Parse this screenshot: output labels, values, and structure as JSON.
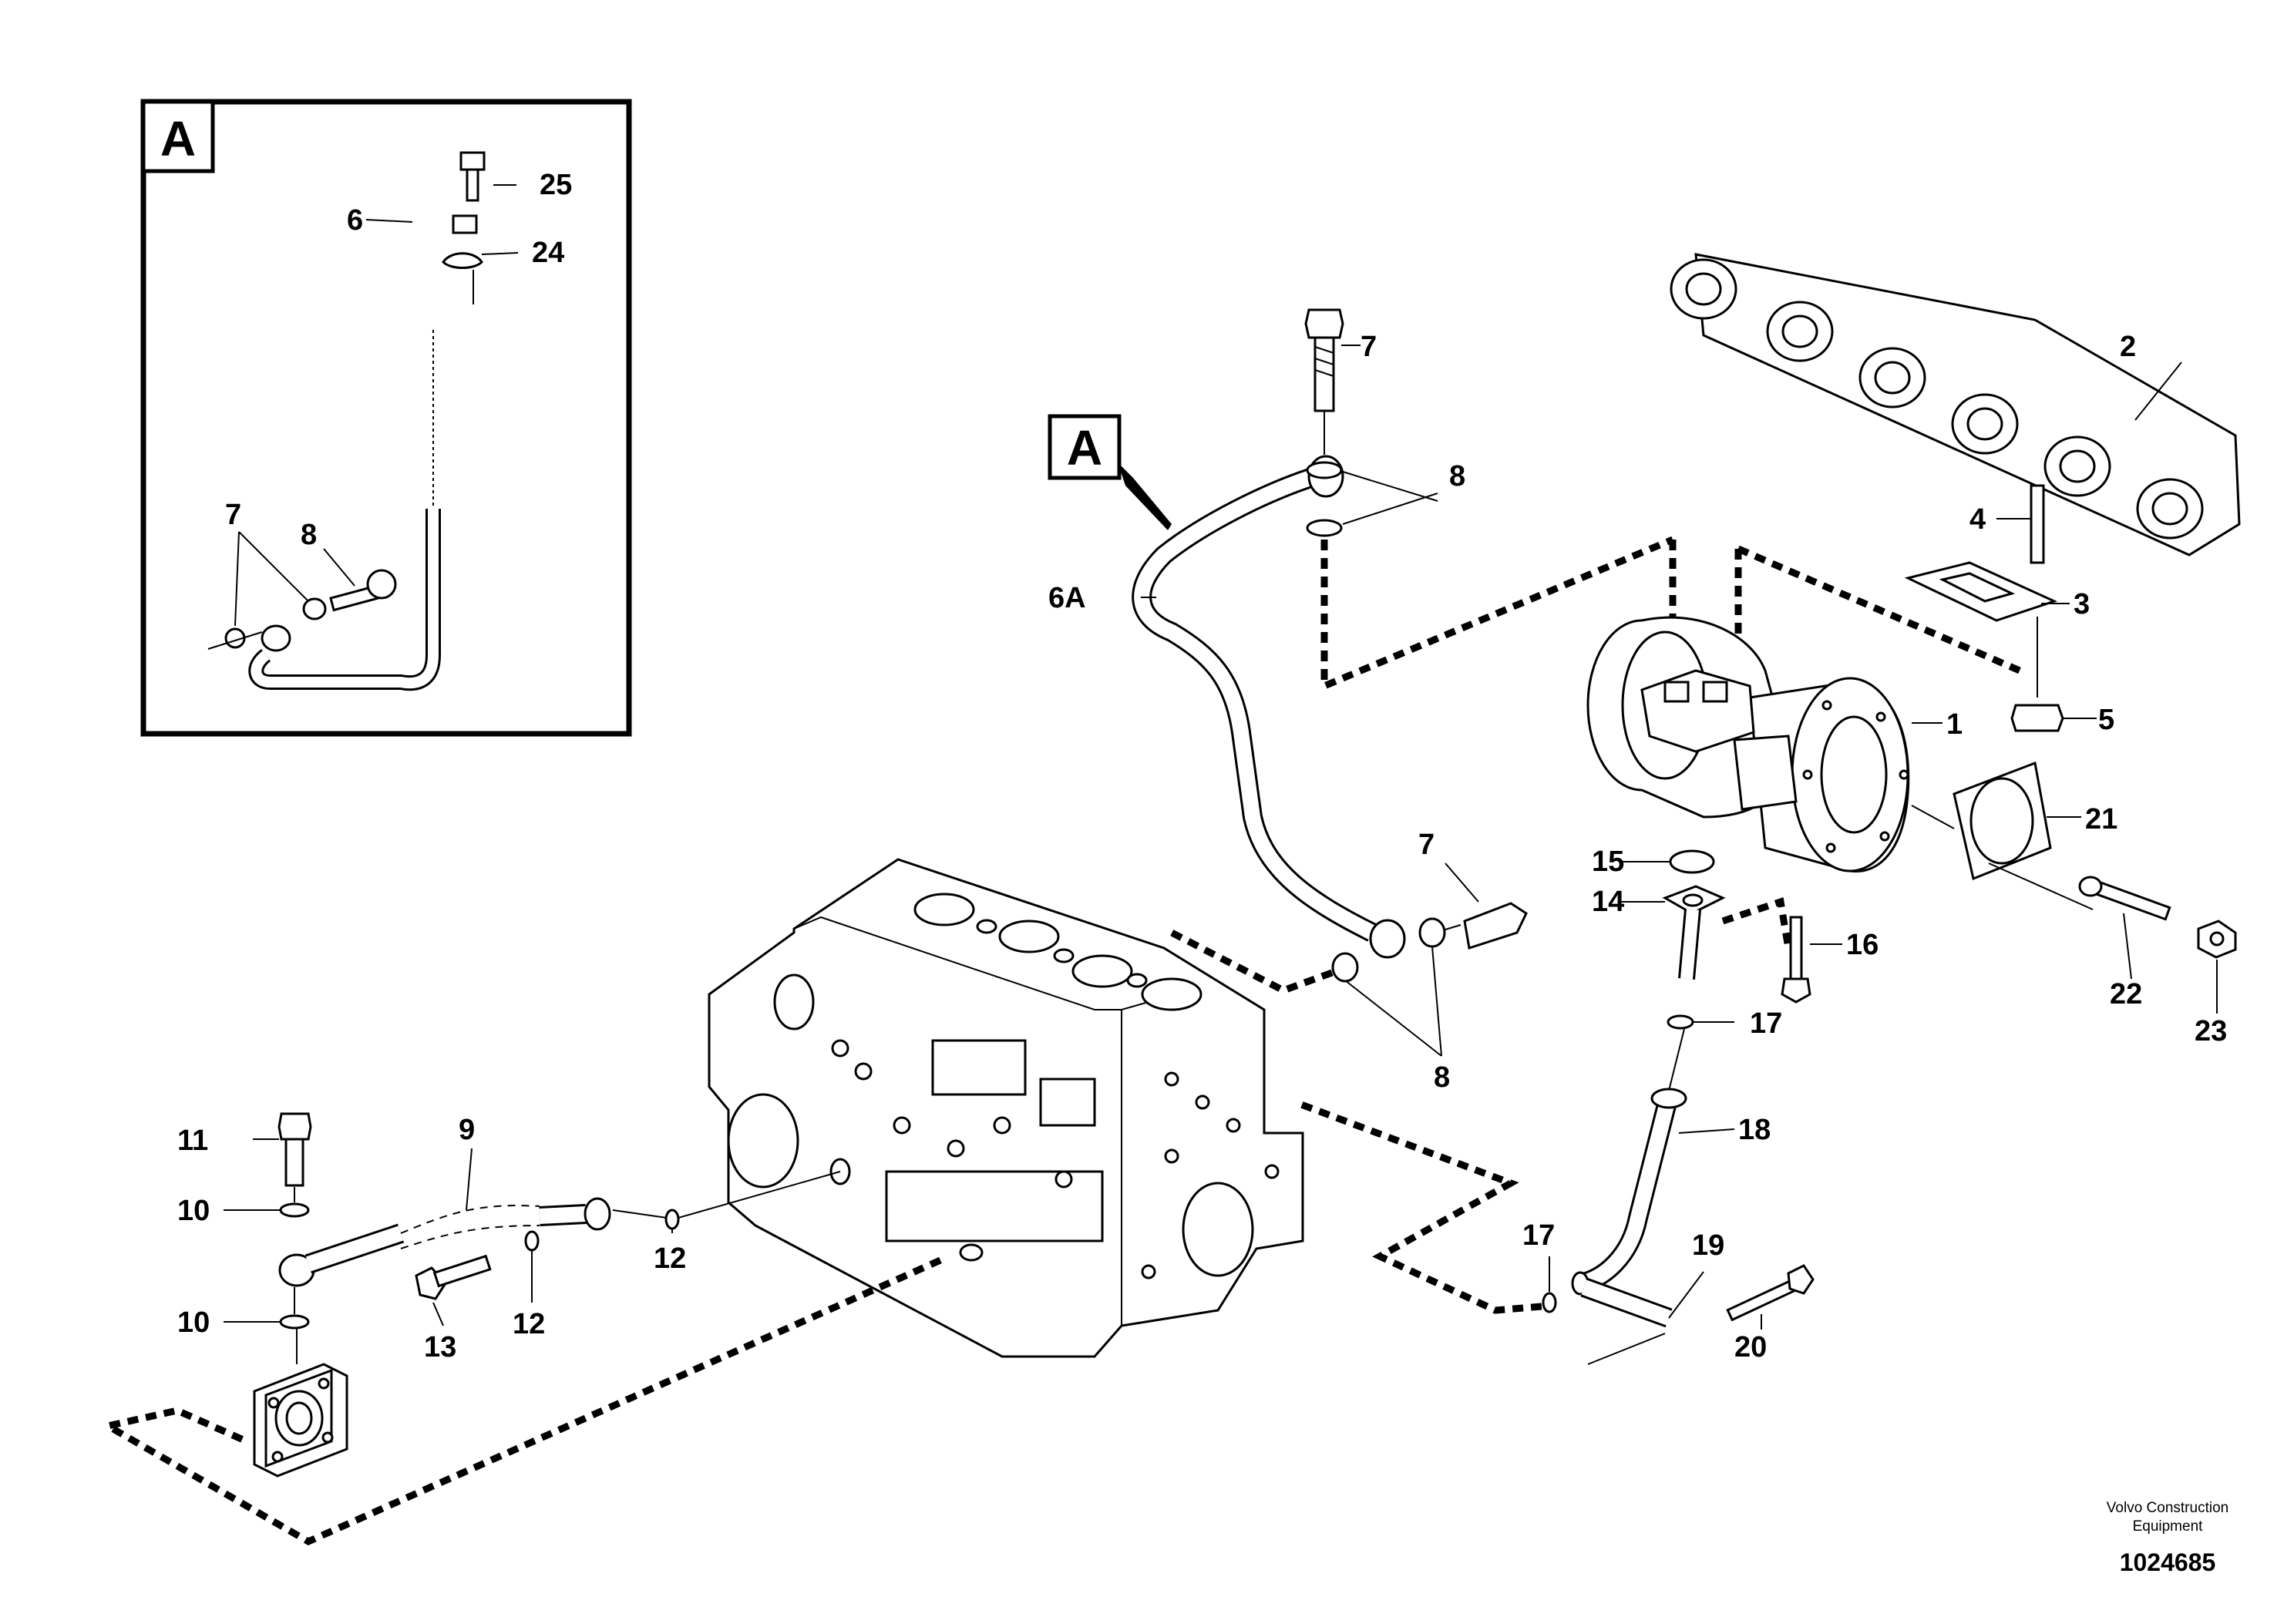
{
  "diagram": {
    "inset_letter": "A",
    "callout_letter": "A",
    "labels": {
      "l1": "1",
      "l2": "2",
      "l3": "3",
      "l4": "4",
      "l5": "5",
      "l6": "6",
      "l6a": "6A",
      "l7_inset": "7",
      "l8_inset": "8",
      "l7_top": "7",
      "l8_top": "8",
      "l7_mid": "7",
      "l8_mid": "8",
      "l9": "9",
      "l10_top": "10",
      "l10_bot": "10",
      "l11": "11",
      "l12_a": "12",
      "l12_b": "12",
      "l13": "13",
      "l14": "14",
      "l15": "15",
      "l16": "16",
      "l17_a": "17",
      "l17_b": "17",
      "l18": "18",
      "l19": "19",
      "l20": "20",
      "l21": "21",
      "l22": "22",
      "l23": "23",
      "l24": "24",
      "l25": "25"
    },
    "credit_line1": "Volvo Construction",
    "credit_line2": "Equipment",
    "doc_number": "1024685"
  }
}
